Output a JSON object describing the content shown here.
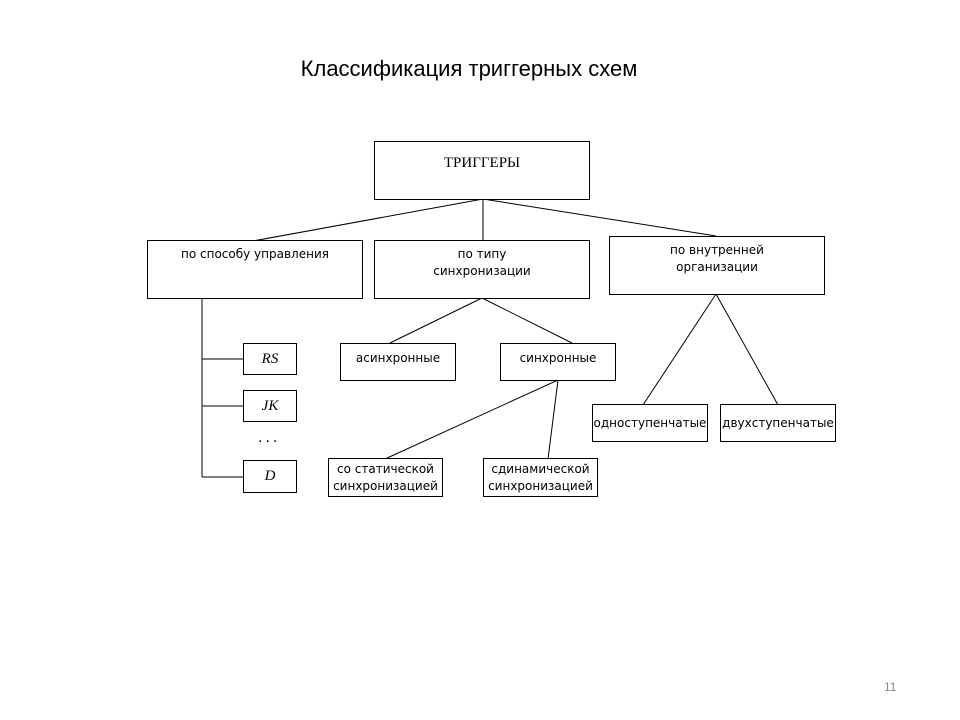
{
  "title": "Классификация триггерных схем",
  "root": "ТРИГГЕРЫ",
  "categories": {
    "control": "по способу управления",
    "sync": "по типу\nсинхронизации",
    "internal": "по внутренней\nорганизации"
  },
  "control_types": [
    "RS",
    "JK",
    "D"
  ],
  "ellipsis": "...",
  "sync_types": {
    "async": "асинхронные",
    "sync": "синхронные"
  },
  "sync_subtypes": {
    "static": "со статической\nсинхронизацией",
    "dynamic": "сдинамической\nсинхронизацией"
  },
  "internal_types": {
    "single": "одноступенчатые",
    "double": "двухступенчатые"
  },
  "page_number": "11"
}
